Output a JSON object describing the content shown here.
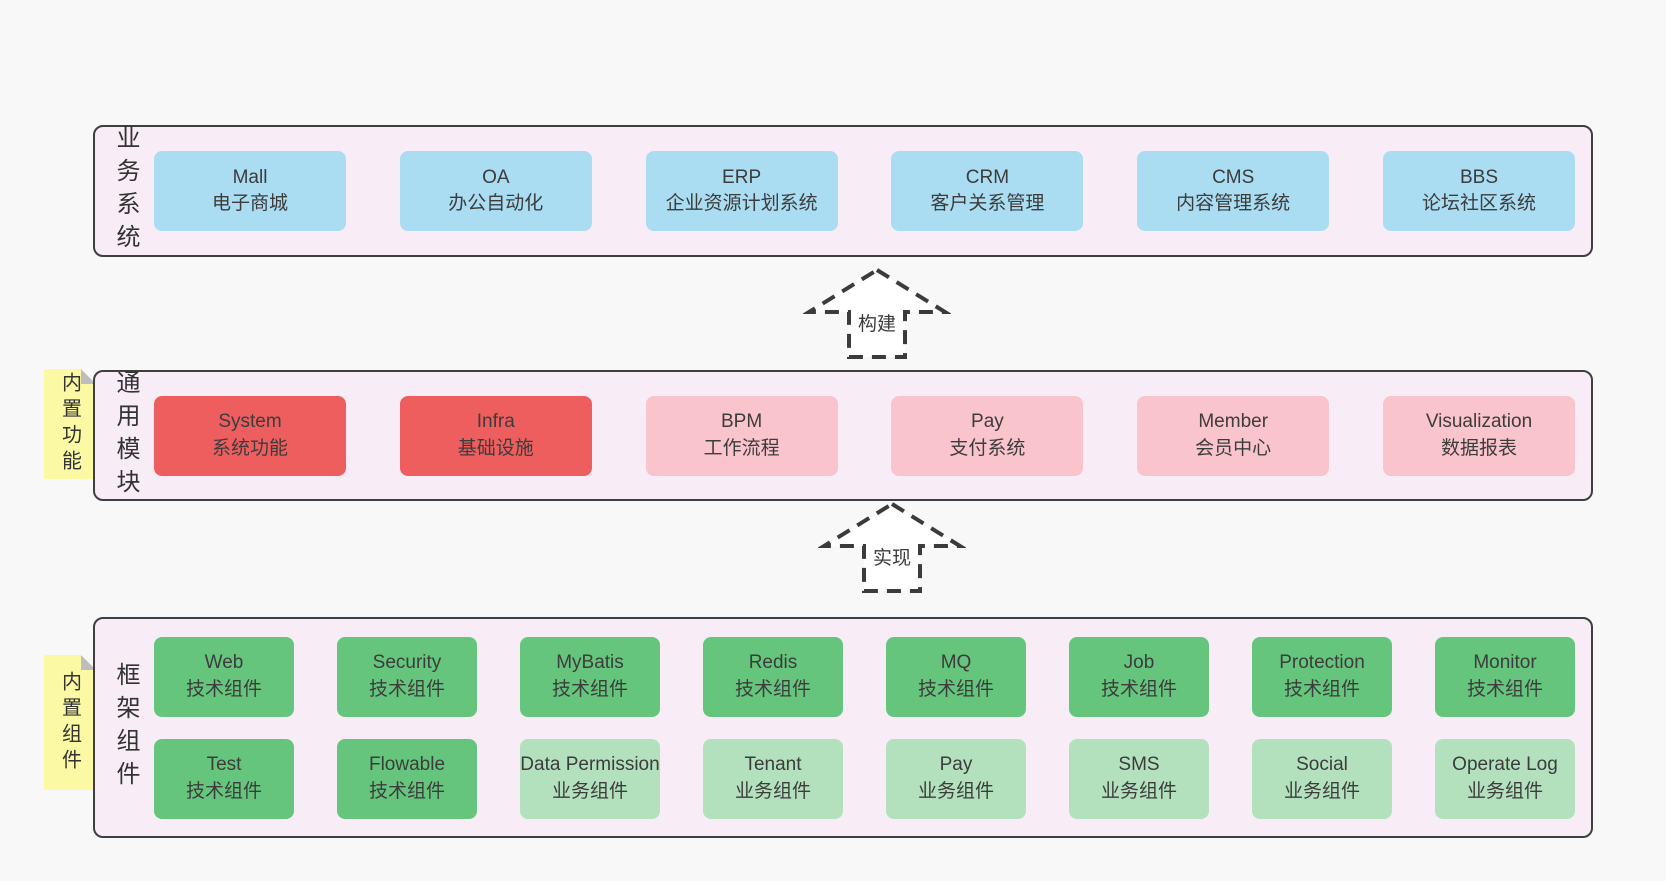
{
  "colors": {
    "page_bg": "#f8f8f8",
    "band_bg": "#f8edf6",
    "band_border": "#3f3f3f",
    "business_box": "#aadcf2",
    "core_module_box": "#ee5e5e",
    "optional_module_box": "#fac4cd",
    "tech_component_box": "#66c57c",
    "biz_component_box": "#b4e1bd",
    "sticky_bg": "#fbf9a3",
    "sticky_fold": "#bdbdbd",
    "text": "#3b3b3b"
  },
  "arrows": [
    {
      "label": "构建"
    },
    {
      "label": "实现"
    }
  ],
  "bands": [
    {
      "label": "业务系统",
      "items": [
        {
          "title": "Mall",
          "subtitle": "电子商城"
        },
        {
          "title": "OA",
          "subtitle": "办公自动化"
        },
        {
          "title": "ERP",
          "subtitle": "企业资源计划系统"
        },
        {
          "title": "CRM",
          "subtitle": "客户关系管理"
        },
        {
          "title": "CMS",
          "subtitle": "内容管理系统"
        },
        {
          "title": "BBS",
          "subtitle": "论坛社区系统"
        }
      ]
    },
    {
      "label": "通用模块",
      "sticky": "内置功能",
      "items": [
        {
          "title": "System",
          "subtitle": "系统功能",
          "variant": "core"
        },
        {
          "title": "Infra",
          "subtitle": "基础设施",
          "variant": "core"
        },
        {
          "title": "BPM",
          "subtitle": "工作流程",
          "variant": "optional"
        },
        {
          "title": "Pay",
          "subtitle": "支付系统",
          "variant": "optional"
        },
        {
          "title": "Member",
          "subtitle": "会员中心",
          "variant": "optional"
        },
        {
          "title": "Visualization",
          "subtitle": "数据报表",
          "variant": "optional"
        }
      ]
    },
    {
      "label": "框架组件",
      "sticky": "内置组件",
      "rows": [
        [
          {
            "title": "Web",
            "subtitle": "技术组件",
            "variant": "tech"
          },
          {
            "title": "Security",
            "subtitle": "技术组件",
            "variant": "tech"
          },
          {
            "title": "MyBatis",
            "subtitle": "技术组件",
            "variant": "tech"
          },
          {
            "title": "Redis",
            "subtitle": "技术组件",
            "variant": "tech"
          },
          {
            "title": "MQ",
            "subtitle": "技术组件",
            "variant": "tech"
          },
          {
            "title": "Job",
            "subtitle": "技术组件",
            "variant": "tech"
          },
          {
            "title": "Protection",
            "subtitle": "技术组件",
            "variant": "tech"
          },
          {
            "title": "Monitor",
            "subtitle": "技术组件",
            "variant": "tech"
          }
        ],
        [
          {
            "title": "Test",
            "subtitle": "技术组件",
            "variant": "tech"
          },
          {
            "title": "Flowable",
            "subtitle": "技术组件",
            "variant": "tech"
          },
          {
            "title": "Data Permission",
            "subtitle": "业务组件",
            "variant": "biz"
          },
          {
            "title": "Tenant",
            "subtitle": "业务组件",
            "variant": "biz"
          },
          {
            "title": "Pay",
            "subtitle": "业务组件",
            "variant": "biz"
          },
          {
            "title": "SMS",
            "subtitle": "业务组件",
            "variant": "biz"
          },
          {
            "title": "Social",
            "subtitle": "业务组件",
            "variant": "biz"
          },
          {
            "title": "Operate Log",
            "subtitle": "业务组件",
            "variant": "biz"
          }
        ]
      ]
    }
  ]
}
